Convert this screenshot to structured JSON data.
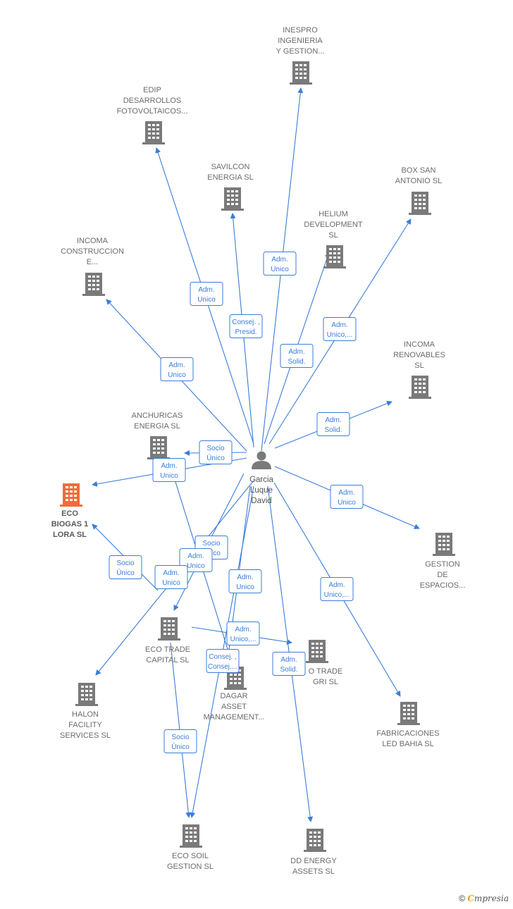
{
  "colors": {
    "edge": "#3b7dd8",
    "building": "#7a7a7a",
    "focus_building": "#f26b3a",
    "person": "#7a7a7a"
  },
  "person": {
    "lines": [
      "Garcia",
      "Luque",
      "David"
    ]
  },
  "companies": [
    {
      "id": "inespro",
      "lines": [
        "INESPRO",
        "INGENIERIA",
        "Y GESTION..."
      ]
    },
    {
      "id": "edip",
      "lines": [
        "EDIP",
        "DESARROLLOS",
        "FOTOVOLTAICOS..."
      ]
    },
    {
      "id": "savilcon",
      "lines": [
        "SAVILCON",
        "ENERGIA  SL"
      ]
    },
    {
      "id": "box",
      "lines": [
        "BOX SAN",
        "ANTONIO  SL"
      ]
    },
    {
      "id": "helium",
      "lines": [
        "HELIUM",
        "DEVELOPMENT",
        "SL"
      ]
    },
    {
      "id": "incoma_c",
      "lines": [
        "INCOMA",
        "CONSTRUCCION",
        "E..."
      ]
    },
    {
      "id": "incoma_r",
      "lines": [
        "INCOMA",
        "RENOVABLES",
        "SL"
      ]
    },
    {
      "id": "anchuricas",
      "lines": [
        "ANCHURICAS",
        "ENERGIA  SL"
      ]
    },
    {
      "id": "eco_biogas",
      "lines": [
        "ECO",
        "BIOGAS 1",
        "LORA  SL"
      ],
      "focus": true
    },
    {
      "id": "gestion",
      "lines": [
        "GESTION",
        "DE",
        "ESPACIOS..."
      ]
    },
    {
      "id": "eco_trade_capital",
      "lines": [
        "ECO TRADE",
        "CAPITAL  SL"
      ]
    },
    {
      "id": "eco_trade_gri",
      "lines": [
        "O TRADE",
        "GRI  SL"
      ]
    },
    {
      "id": "dagar",
      "lines": [
        "DAGAR",
        "ASSET",
        "MANAGEMENT..."
      ]
    },
    {
      "id": "halon",
      "lines": [
        "HALON",
        "FACILITY",
        "SERVICES  SL"
      ]
    },
    {
      "id": "fabricaciones",
      "lines": [
        "FABRICACIONES",
        "LED BAHIA  SL"
      ]
    },
    {
      "id": "eco_soil",
      "lines": [
        "ECO SOIL",
        "GESTION  SL"
      ]
    },
    {
      "id": "dd_energy",
      "lines": [
        "DD ENERGY",
        "ASSETS  SL"
      ]
    }
  ],
  "badges": [
    {
      "lines": [
        "Adm.",
        "Unico"
      ]
    },
    {
      "lines": [
        "Adm.",
        "Unico"
      ]
    },
    {
      "lines": [
        "Consej. ,",
        "Presid."
      ]
    },
    {
      "lines": [
        "Adm.",
        "Unico,..."
      ]
    },
    {
      "lines": [
        "Adm.",
        "Solid."
      ]
    },
    {
      "lines": [
        "Adm.",
        "Unico"
      ]
    },
    {
      "lines": [
        "Adm.",
        "Solid."
      ]
    },
    {
      "lines": [
        "Socio",
        "Único"
      ]
    },
    {
      "lines": [
        "Adm.",
        "Unico"
      ]
    },
    {
      "lines": [
        "Adm.",
        "Unico"
      ]
    },
    {
      "lines": [
        "Socio",
        "Único"
      ]
    },
    {
      "lines": [
        "Adm.",
        "Unico"
      ]
    },
    {
      "lines": [
        "Adm.",
        "Unico"
      ]
    },
    {
      "lines": [
        "Adm.",
        "Unico"
      ]
    },
    {
      "lines": [
        "Adm.",
        "Unico,..."
      ]
    },
    {
      "lines": [
        "Adm.",
        "Unico,..."
      ]
    },
    {
      "lines": [
        "Socio",
        "Único"
      ]
    },
    {
      "lines": [
        "Consej. ,",
        "Consej...."
      ]
    },
    {
      "lines": [
        "Adm.",
        "Solid."
      ]
    },
    {
      "lines": [
        "Socio",
        "Único"
      ]
    }
  ],
  "footer": {
    "copyright": "©",
    "brand_first": "C",
    "brand_rest": "mpresia"
  }
}
